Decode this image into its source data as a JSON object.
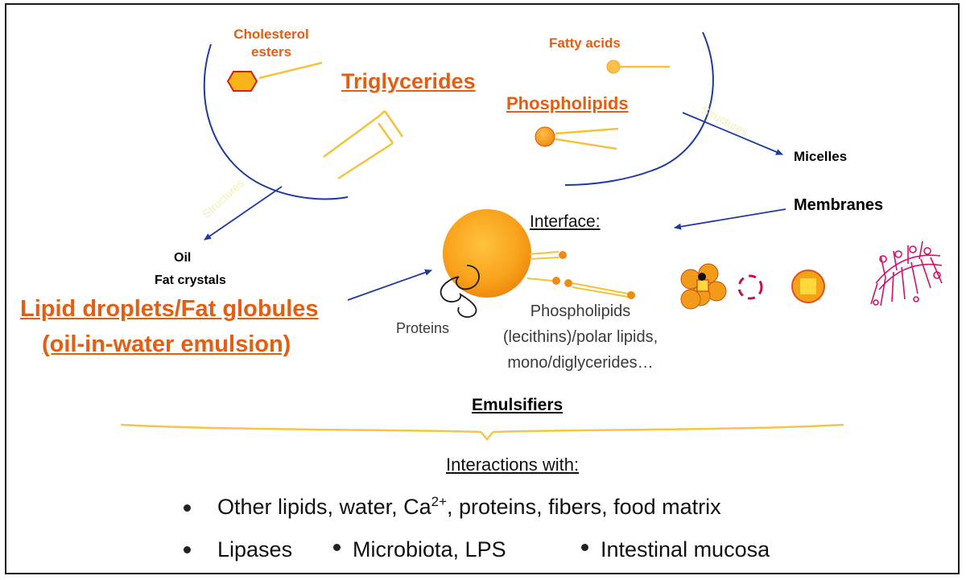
{
  "labels": {
    "cholesterol_esters": "Cholesterol esters",
    "fatty_acids": "Fatty acids",
    "triglycerides": "Triglycerides",
    "phospholipids": "Phospholipids",
    "micelles": "Micelles",
    "membranes": "Membranes",
    "interface": "Interface:",
    "oil": "Oil",
    "fat_crystals": "Fat crystals",
    "lipid_droplets_line1": "Lipid droplets/Fat globules",
    "lipid_droplets_line2": "(oil-in-water emulsion)",
    "proteins": "Proteins",
    "interface_phospholipids_line1": "Phospholipids",
    "interface_phospholipids_line2": "(lecithins)/polar lipids,",
    "interface_phospholipids_line3": "mono/diglycerides…",
    "emulsifiers": "Emulsifiers",
    "interactions_with": "Interactions with:",
    "bullets_line1_a": "Other lipids, water, Ca",
    "bullets_line1_sup": "2+",
    "bullets_line1_b": ", proteins, fibers, food matrix",
    "bullet_lipases": "Lipases",
    "bullet_microbiota": "Microbiota, LPS",
    "bullet_mucosa": "Intestinal mucosa"
  },
  "faint_labels": {
    "structures_left": "Structures",
    "structures_right": "Structures"
  },
  "colors": {
    "title_orange": "#e35d12",
    "arrow_blue": "#1d3a9e",
    "tail_yellow": "#f2c23a",
    "droplet_orange": "#f7a11a",
    "brace_gold": "#f2c64a",
    "membrane_pink": "#d0126a"
  }
}
